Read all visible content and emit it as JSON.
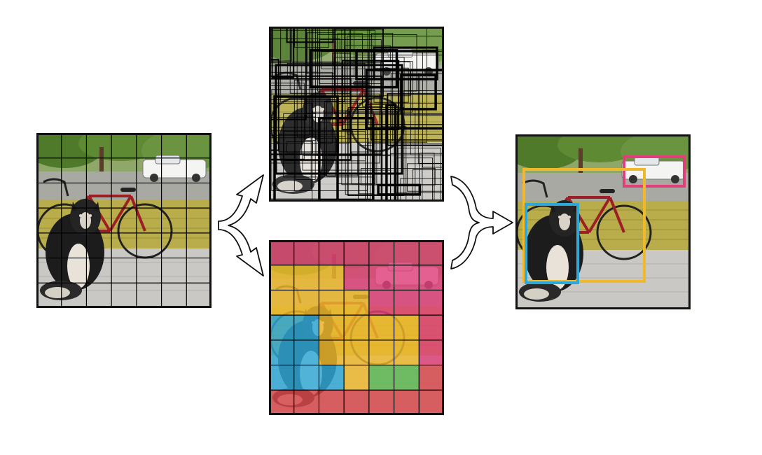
{
  "grid": {
    "cells": 7
  },
  "colors": {
    "pink": "#e0407a",
    "yellow": "#f0b92c",
    "blue": "#2fa8d8",
    "green": "#5cb84e",
    "red": "#d9474a",
    "box_stroke": "#000000",
    "panel_border": "#111111"
  },
  "class_map": [
    [
      "pink",
      "pink",
      "pink",
      "pink",
      "pink",
      "pink",
      "pink"
    ],
    [
      "yellow",
      "yellow",
      "yellow",
      "pink",
      "pink",
      "pink",
      "pink"
    ],
    [
      "yellow",
      "yellow",
      "yellow",
      "yellow",
      "pink",
      "pink",
      "pink"
    ],
    [
      "blue",
      "blue",
      "yellow",
      "yellow",
      "yellow",
      "yellow",
      "pink"
    ],
    [
      "blue",
      "blue",
      "yellow",
      "yellow",
      "yellow",
      "yellow",
      "pink"
    ],
    [
      "blue",
      "blue",
      "blue",
      "yellow",
      "green",
      "green",
      "red"
    ],
    [
      "red",
      "red",
      "red",
      "red",
      "red",
      "red",
      "red"
    ]
  ],
  "final_detections": [
    {
      "label": "car",
      "color": "pink"
    },
    {
      "label": "bicycle",
      "color": "yellow"
    },
    {
      "label": "dog",
      "color": "blue"
    }
  ],
  "icons": {
    "split_arrow": "branching-arrow-icon",
    "merge_arrow": "merging-arrow-icon"
  }
}
